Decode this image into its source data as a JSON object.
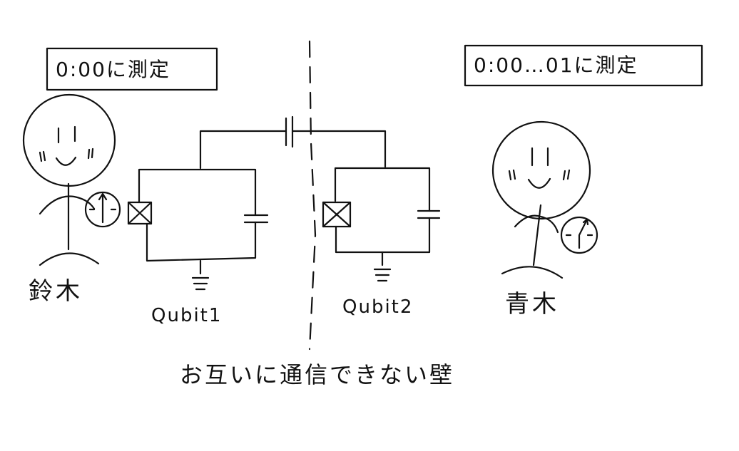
{
  "left_panel": {
    "measure_label": "0:00に測定",
    "person_name": "鈴木"
  },
  "right_panel": {
    "measure_label": "0:00…01に測定",
    "person_name": "青木"
  },
  "circuit": {
    "qubit1_label": "Qubit1",
    "qubit2_label": "Qubit2"
  },
  "wall": {
    "caption": "お互いに通信できない壁"
  }
}
